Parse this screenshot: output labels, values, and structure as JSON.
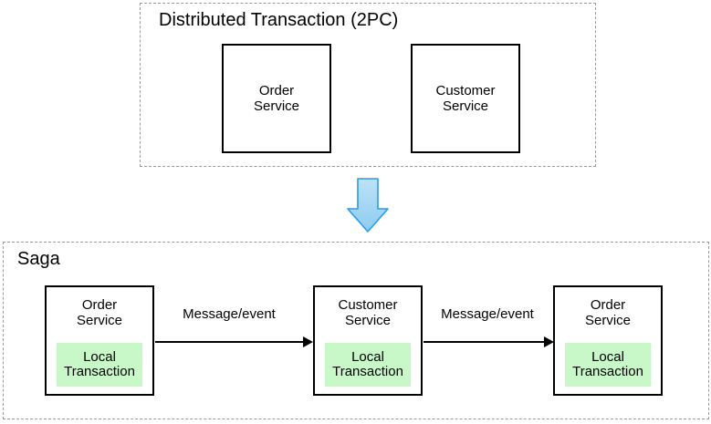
{
  "diagram": {
    "top_section": {
      "title": "Distributed Transaction (2PC)",
      "nodes": [
        {
          "label": "Order\nService"
        },
        {
          "label": "Customer\nService"
        }
      ]
    },
    "transform_arrow": {
      "icon": "down-arrow-icon",
      "direction": "down"
    },
    "bottom_section": {
      "title": "Saga",
      "nodes": [
        {
          "label": "Order\nService",
          "sub_label": "Local\nTransaction"
        },
        {
          "label": "Customer\nService",
          "sub_label": "Local\nTransaction"
        },
        {
          "label": "Order\nService",
          "sub_label": "Local\nTransaction"
        }
      ],
      "edges": [
        {
          "label": "Message/event"
        },
        {
          "label": "Message/event"
        }
      ]
    },
    "colors": {
      "dashed_border": "#999999",
      "box_border": "#000000",
      "local_transaction_fill": "#c8f7c8",
      "arrow_fill_top": "#bde2f8",
      "arrow_fill_bottom": "#8cccf0",
      "arrow_stroke": "#2d9ce3"
    }
  }
}
